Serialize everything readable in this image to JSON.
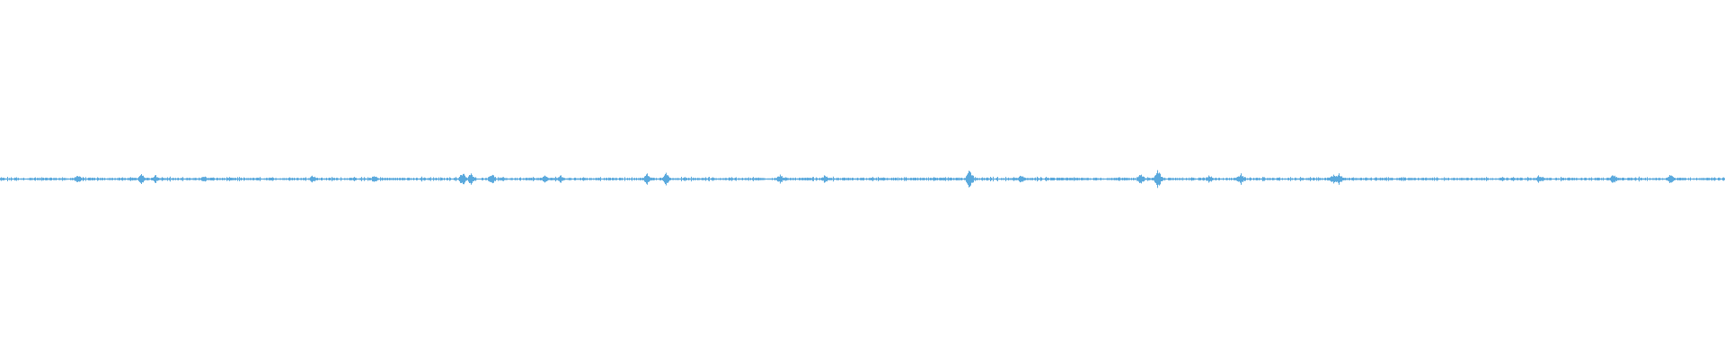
{
  "waveform": {
    "color": "#5aa9dd",
    "background": "#ffffff",
    "peak_level": 0.1,
    "bursts": [
      {
        "at": 0.045,
        "level": 0.35
      },
      {
        "at": 0.082,
        "level": 0.4
      },
      {
        "at": 0.09,
        "level": 0.3
      },
      {
        "at": 0.118,
        "level": 0.25
      },
      {
        "at": 0.181,
        "level": 0.3
      },
      {
        "at": 0.217,
        "level": 0.3
      },
      {
        "at": 0.268,
        "level": 0.5
      },
      {
        "at": 0.273,
        "level": 0.45
      },
      {
        "at": 0.285,
        "level": 0.45
      },
      {
        "at": 0.316,
        "level": 0.3
      },
      {
        "at": 0.325,
        "level": 0.3
      },
      {
        "at": 0.375,
        "level": 0.4
      },
      {
        "at": 0.386,
        "level": 0.45
      },
      {
        "at": 0.452,
        "level": 0.35
      },
      {
        "at": 0.478,
        "level": 0.3
      },
      {
        "at": 0.562,
        "level": 0.75
      },
      {
        "at": 0.592,
        "level": 0.35
      },
      {
        "at": 0.661,
        "level": 0.45
      },
      {
        "at": 0.671,
        "level": 0.8
      },
      {
        "at": 0.701,
        "level": 0.3
      },
      {
        "at": 0.719,
        "level": 0.45
      },
      {
        "at": 0.773,
        "level": 0.4
      },
      {
        "at": 0.776,
        "level": 0.5
      },
      {
        "at": 0.892,
        "level": 0.3
      },
      {
        "at": 0.935,
        "level": 0.35
      },
      {
        "at": 0.968,
        "level": 0.4
      }
    ]
  }
}
